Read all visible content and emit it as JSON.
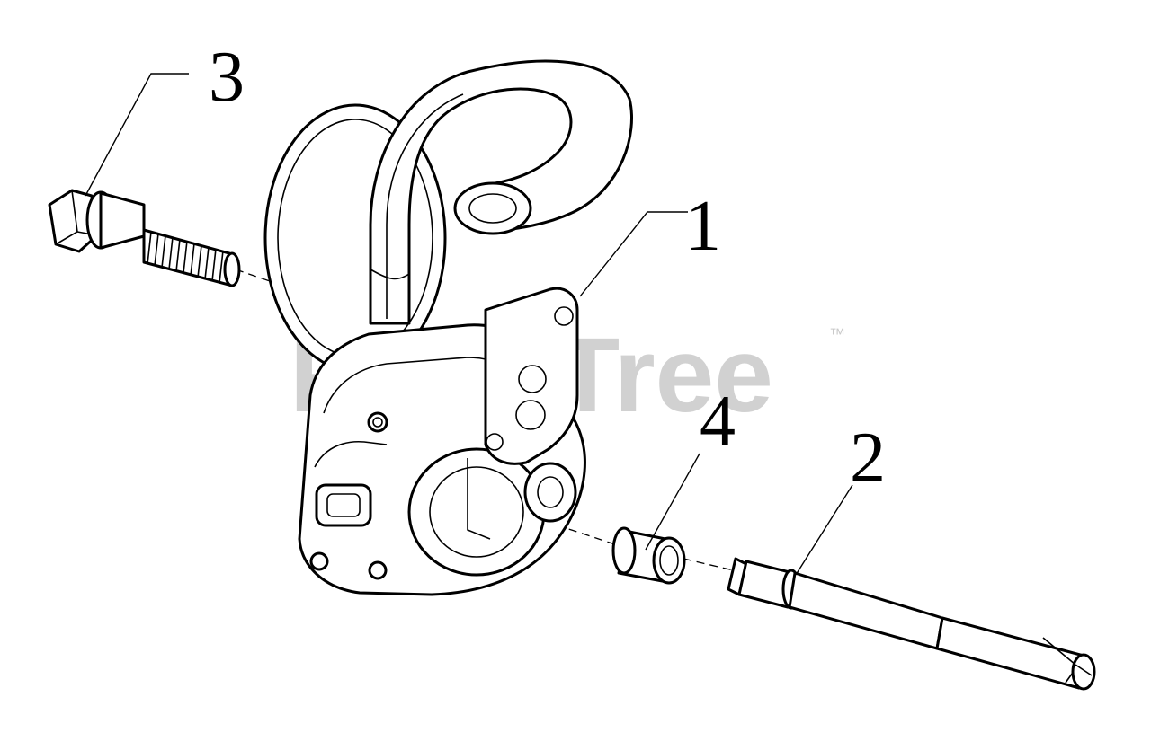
{
  "watermark": {
    "text": "PartsTree",
    "trademark": "™"
  },
  "callouts": [
    {
      "id": "1",
      "label": "1"
    },
    {
      "id": "2",
      "label": "2"
    },
    {
      "id": "3",
      "label": "3"
    },
    {
      "id": "4",
      "label": "4"
    }
  ],
  "parts": [
    {
      "callout": "1",
      "icon": "oil-pump-assembly-icon"
    },
    {
      "callout": "2",
      "icon": "drive-shaft-icon"
    },
    {
      "callout": "3",
      "icon": "flange-bolt-icon"
    },
    {
      "callout": "4",
      "icon": "bushing-icon"
    }
  ],
  "colors": {
    "line": "#000000",
    "background": "#ffffff",
    "watermark": "#c9c9c9"
  }
}
